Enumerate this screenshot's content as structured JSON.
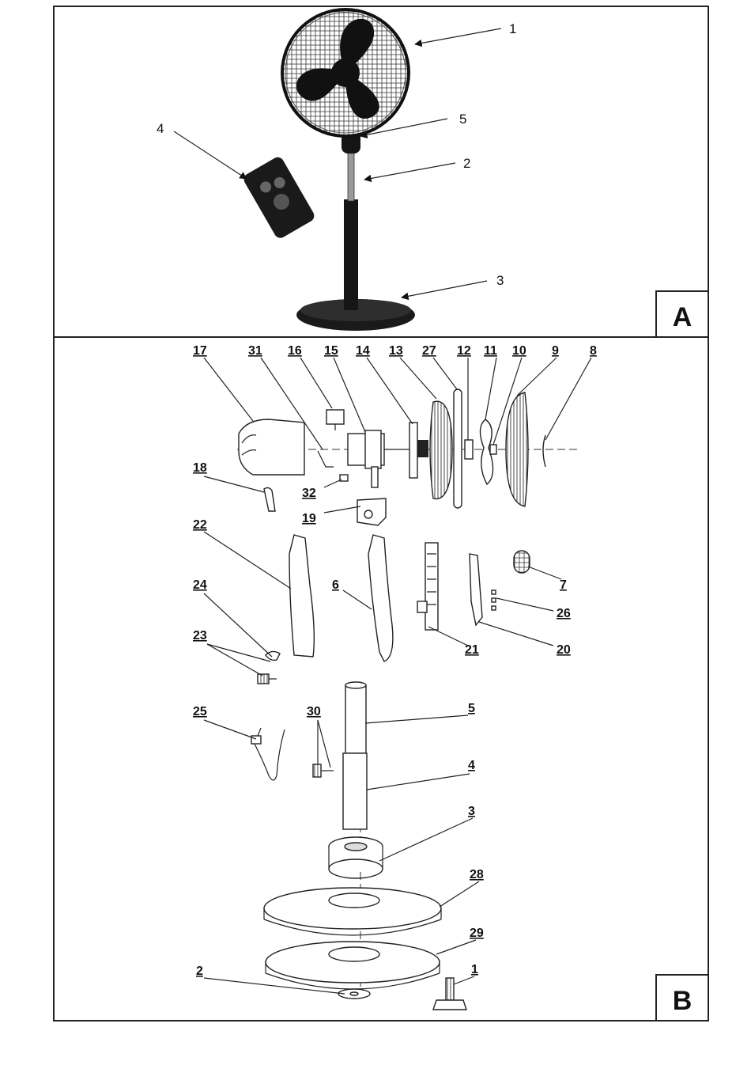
{
  "panels": [
    {
      "tag": "A"
    },
    {
      "tag": "B"
    }
  ],
  "panel_a_labels": [
    "1",
    "5",
    "4",
    "2",
    "3"
  ],
  "panel_b_labels": [
    "17",
    "31",
    "16",
    "15",
    "14",
    "13",
    "27",
    "12",
    "11",
    "10",
    "9",
    "8",
    "18",
    "32",
    "19",
    "22",
    "6",
    "7",
    "26",
    "24",
    "21",
    "20",
    "23",
    "5",
    "25",
    "30",
    "4",
    "3",
    "28",
    "29",
    "2",
    "1"
  ],
  "colors": {
    "ink": "#111111",
    "frame": "#222222",
    "paper": "#ffffff"
  }
}
